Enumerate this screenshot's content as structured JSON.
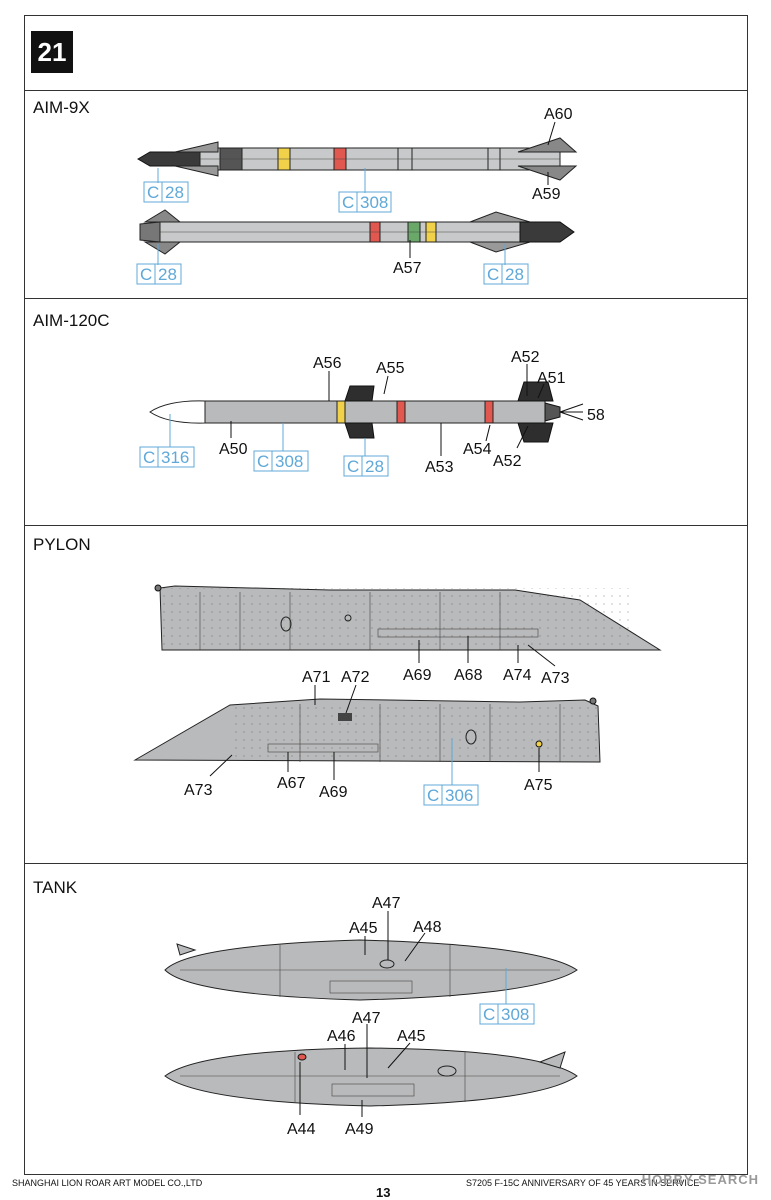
{
  "step": {
    "number": "21"
  },
  "sections": {
    "aim9x": {
      "title": "AIM-9X"
    },
    "aim120c": {
      "title": "AIM-120C"
    },
    "pylon": {
      "title": "PYLON"
    },
    "tank": {
      "title": "TANK"
    }
  },
  "callouts": {
    "aim9x": {
      "a60": "A60",
      "a59": "A59",
      "a57": "A57",
      "c28_top": "28",
      "c308": "308",
      "c28_bl": "28",
      "c28_br": "28"
    },
    "aim120c": {
      "a56": "A56",
      "a55": "A55",
      "a52_top": "A52",
      "a51": "A51",
      "n58": "58",
      "a50": "A50",
      "a53": "A53",
      "a54": "A54",
      "a52_bot": "A52",
      "c316": "316",
      "c308": "308",
      "c28": "28"
    },
    "pylon": {
      "a69_top": "A69",
      "a68": "A68",
      "a74": "A74",
      "a73_top": "A73",
      "a71": "A71",
      "a72": "A72",
      "a73_bot": "A73",
      "a67": "A67",
      "a69_bot": "A69",
      "a75": "A75",
      "c306": "306"
    },
    "tank": {
      "a47_top": "A47",
      "a45_top": "A45",
      "a48": "A48",
      "c308": "308",
      "a47_bot": "A47",
      "a46": "A46",
      "a45_bot": "A45",
      "a44": "A44",
      "a49": "A49"
    },
    "paint_prefix": "C"
  },
  "footer": {
    "left": "SHANGHAI LION ROAR ART MODEL CO.,LTD",
    "page": "13",
    "right": "S7205 F-15C ANNIVERSARY OF 45 YEARS IN SERVICE",
    "watermark": "HOBBY SEARCH"
  },
  "colors": {
    "part_gray": "#b9babb",
    "callout_blue": "#5fa8d8",
    "red_band": "#e0584f",
    "yellow_band": "#f1d14a"
  }
}
